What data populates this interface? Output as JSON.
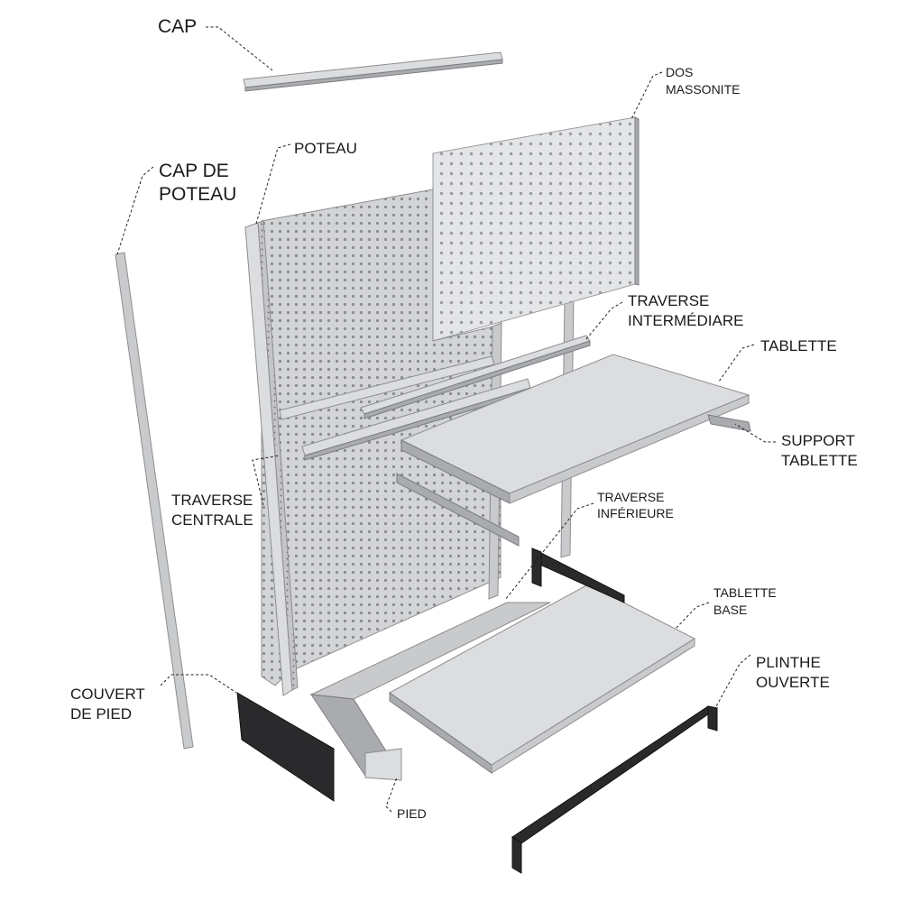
{
  "labels": {
    "cap": "CAP",
    "cap_de_poteau_1": "CAP DE",
    "cap_de_poteau_2": "POTEAU",
    "poteau": "POTEAU",
    "dos_massonite_1": "DOS",
    "dos_massonite_2": "MASSONITE",
    "traverse_intermediare_1": "TRAVERSE",
    "traverse_intermediare_2": "INTERMÉDIARE",
    "tablette": "TABLETTE",
    "support_tablette_1": "SUPPORT",
    "support_tablette_2": "TABLETTE",
    "traverse_centrale_1": "TRAVERSE",
    "traverse_centrale_2": "CENTRALE",
    "traverse_inferieure_1": "TRAVERSE",
    "traverse_inferieure_2": "INFÉRIEURE",
    "tablette_base_1": "TABLETTE",
    "tablette_base_2": "BASE",
    "plinthe_ouverte_1": "PLINTHE",
    "plinthe_ouverte_2": "OUVERTE",
    "couvert_de_pied_1": "COUVERT",
    "couvert_de_pied_2": "DE PIED",
    "pied": "PIED"
  },
  "colors": {
    "metal": "#c9cacc",
    "metal_dark": "#a9abae",
    "black_parts": "#2a2a2c",
    "background": "#ffffff"
  }
}
